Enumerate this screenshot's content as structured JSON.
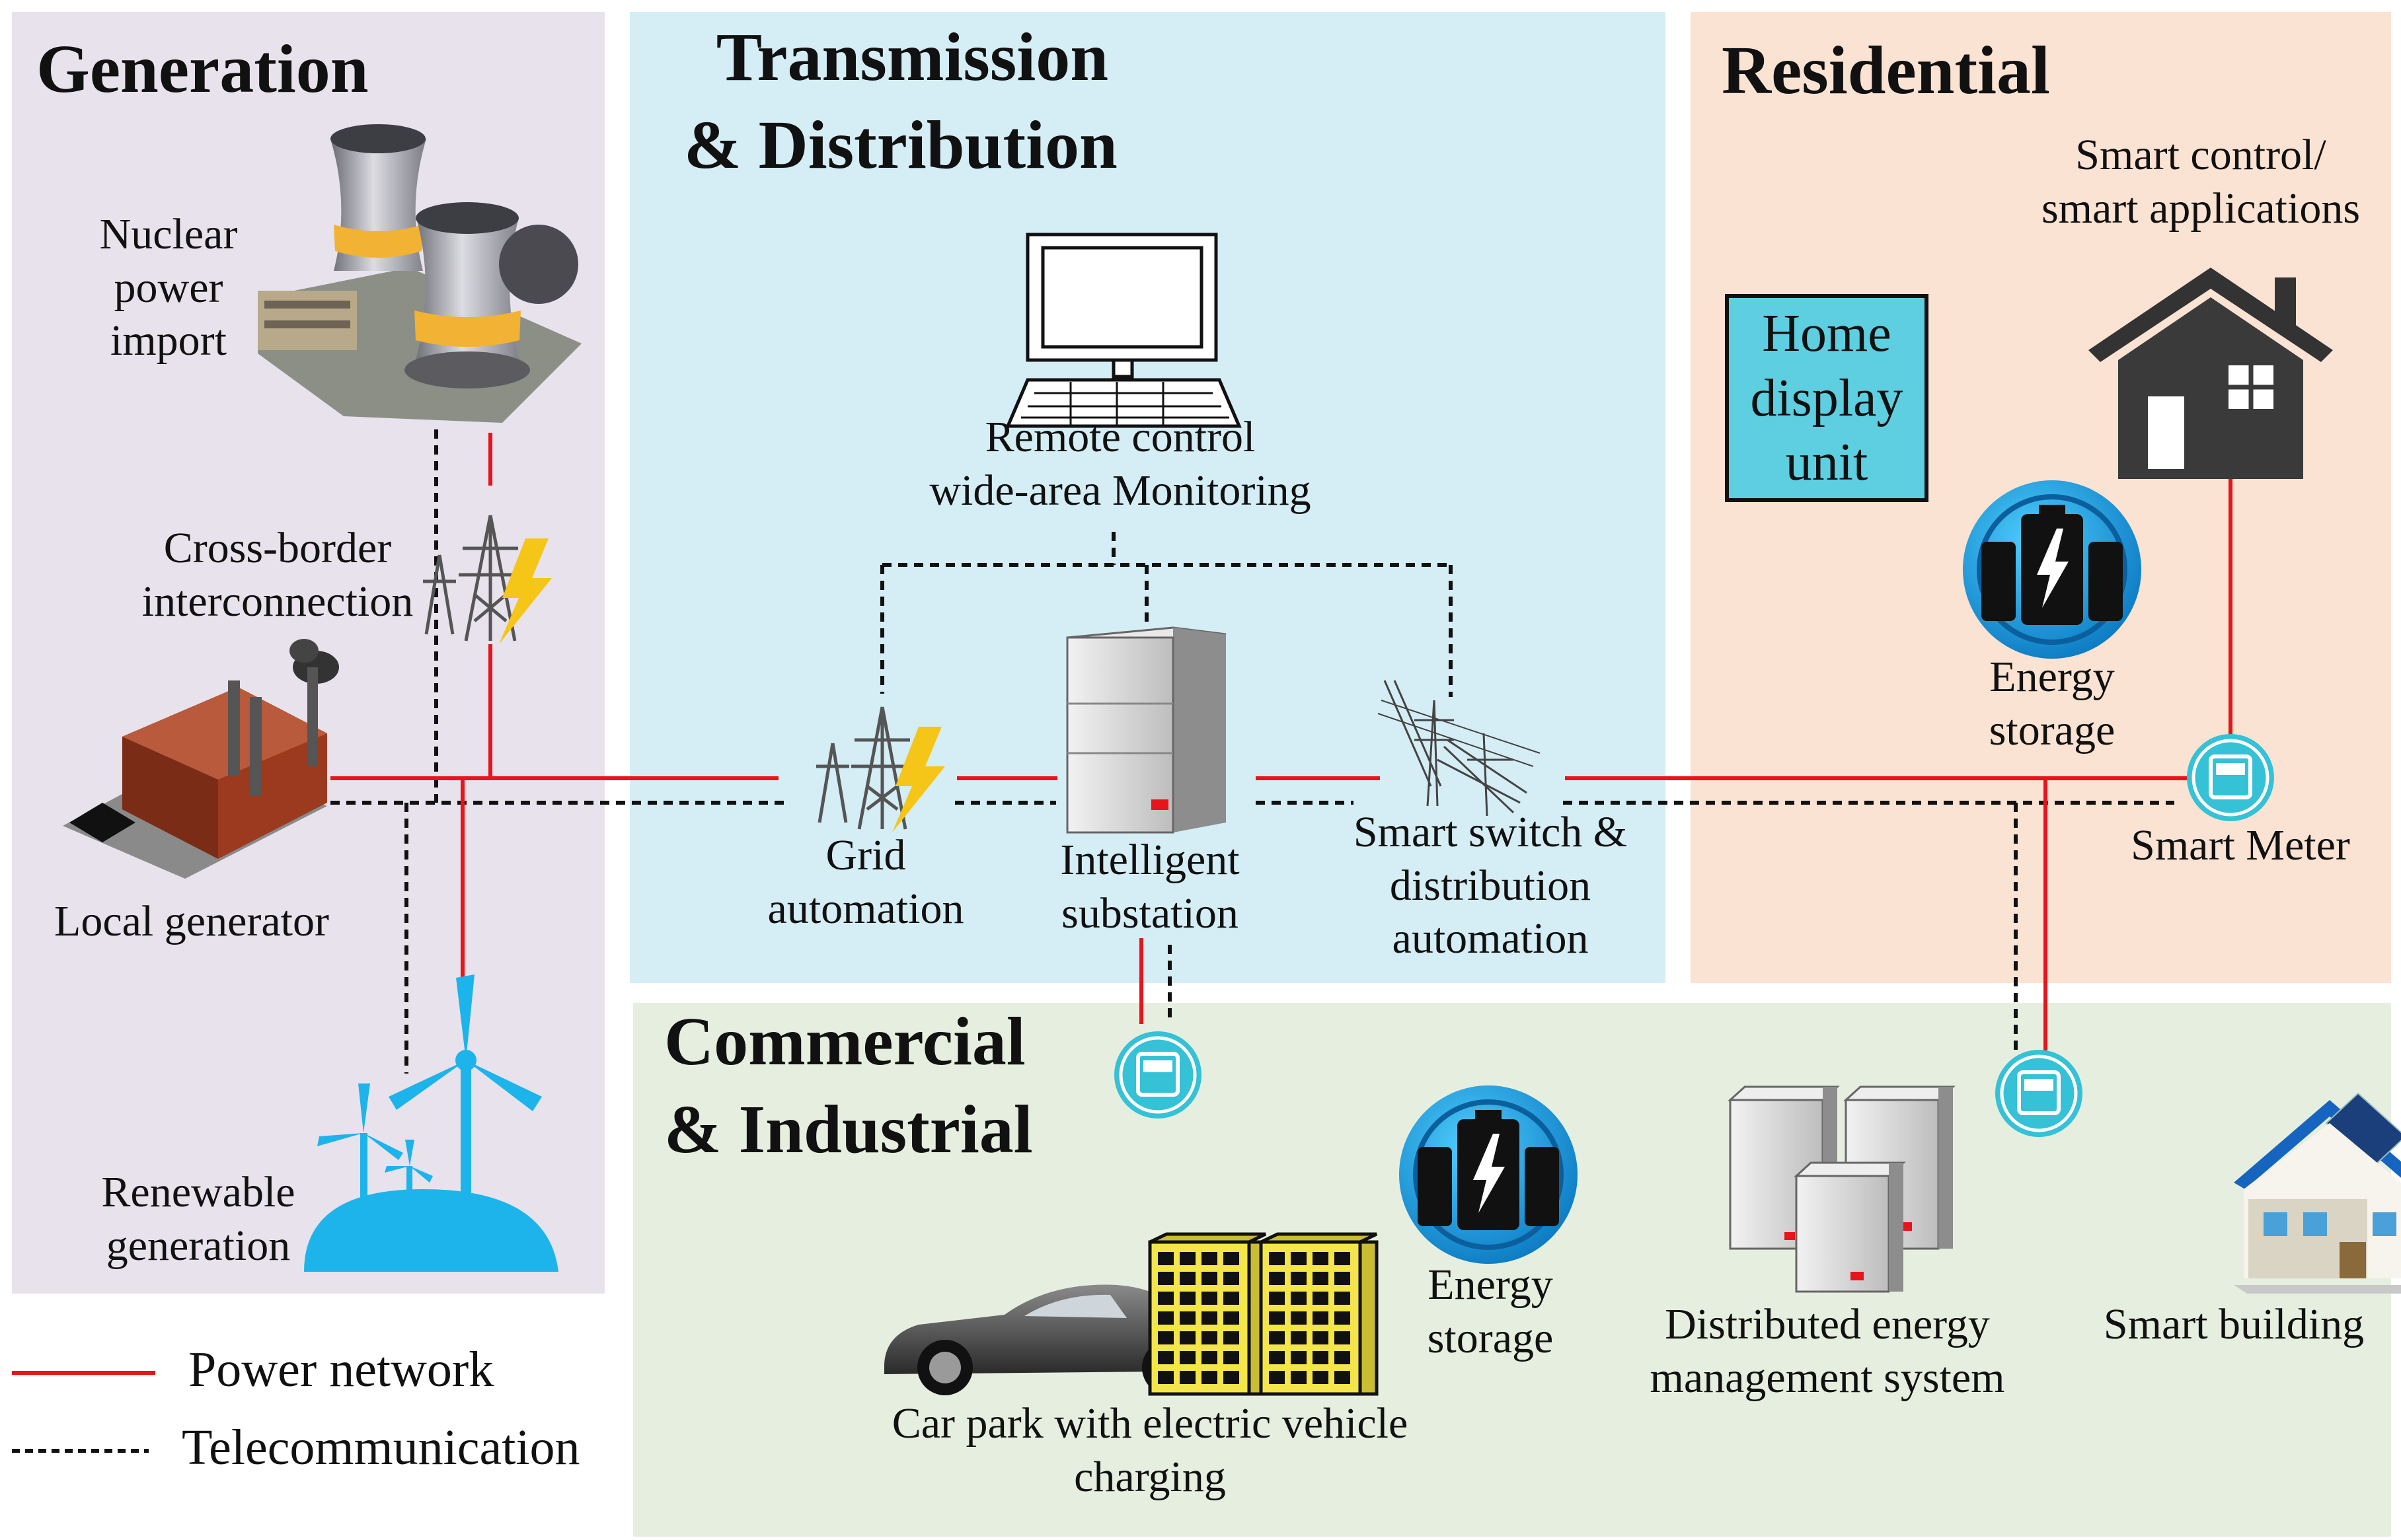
{
  "regions": {
    "generation": "Generation",
    "transmission": [
      "Transmission",
      "& Distribution"
    ],
    "residential": "Residential",
    "commercial": [
      "Commercial",
      "& Industrial"
    ]
  },
  "labels": {
    "nuclear": [
      "Nuclear",
      "power",
      "import"
    ],
    "cross_border": [
      "Cross-border",
      "interconnection"
    ],
    "local_generator": "Local generator",
    "renewable": [
      "Renewable",
      "generation"
    ],
    "remote_control": [
      "Remote control",
      "wide-area Monitoring"
    ],
    "grid_automation": [
      "Grid",
      "automation"
    ],
    "intelligent_substation": [
      "Intelligent",
      "substation"
    ],
    "smart_switch": [
      "Smart switch &",
      "distribution",
      "automation"
    ],
    "smart_control": [
      "Smart control/",
      "smart applications"
    ],
    "home_display": [
      "Home",
      "display",
      "unit"
    ],
    "energy_storage_res": [
      "Energy",
      "storage"
    ],
    "smart_meter": "Smart Meter",
    "energy_storage_com": [
      "Energy",
      "storage"
    ],
    "car_park": [
      "Car park with electric vehicle",
      "charging"
    ],
    "dems": [
      "Distributed energy",
      "management system"
    ],
    "smart_building": "Smart building"
  },
  "legend": {
    "power": "Power network",
    "telecom": "Telecommunication"
  },
  "colors": {
    "generation_bg": "#e8e2ec",
    "transmission_bg": "#d5edf4",
    "residential_bg": "#fbe3d3",
    "commercial_bg": "#e6efdf",
    "power_line": "#e8141b",
    "telecom_line": "#111111",
    "meter": "#35c1d6",
    "storage": "#1ea8e6",
    "building_yellow": "#f3e54a"
  },
  "icons": [
    "nuclear-plant-icon",
    "transmission-tower-icon",
    "lightning-icon",
    "factory-icon",
    "wind-turbine-icon",
    "computer-icon",
    "server-icon",
    "smart-switch-icon",
    "house-icon",
    "battery-storage-icon",
    "smart-meter-icon",
    "car-icon",
    "office-building-icon",
    "smart-house-icon"
  ]
}
